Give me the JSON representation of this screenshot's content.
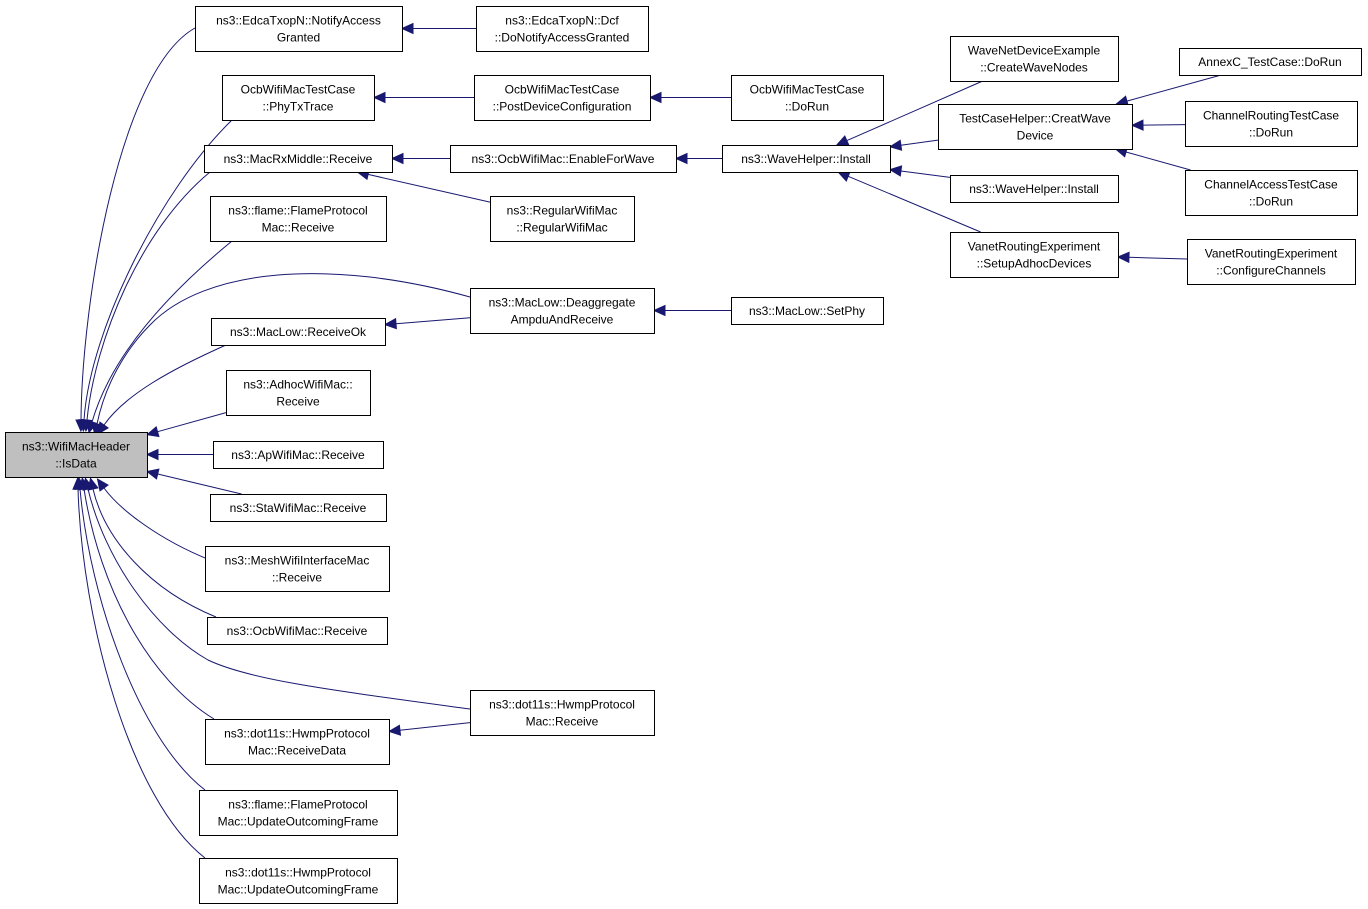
{
  "colors": {
    "edge": "#191970",
    "node_border": "#000000",
    "node_fill": "#ffffff",
    "root_fill": "#bfbfbf",
    "background": "#ffffff"
  },
  "nodes": [
    {
      "id": "isdata",
      "lines": [
        "ns3::WifiMacHeader",
        "::IsData"
      ],
      "root": true
    },
    {
      "id": "edca_notify",
      "lines": [
        "ns3::EdcaTxopN::NotifyAccess",
        "Granted"
      ]
    },
    {
      "id": "edca_dcf",
      "lines": [
        "ns3::EdcaTxopN::Dcf",
        "::DoNotifyAccessGranted"
      ]
    },
    {
      "id": "ocb_phytx",
      "lines": [
        "OcbWifiMacTestCase",
        "::PhyTxTrace"
      ]
    },
    {
      "id": "ocb_postdev",
      "lines": [
        "OcbWifiMacTestCase",
        "::PostDeviceConfiguration"
      ]
    },
    {
      "id": "ocb_dorun",
      "lines": [
        "OcbWifiMacTestCase",
        "::DoRun"
      ]
    },
    {
      "id": "macrx",
      "lines": [
        "ns3::MacRxMiddle::Receive"
      ]
    },
    {
      "id": "ocb_enable",
      "lines": [
        "ns3::OcbWifiMac::EnableForWave"
      ]
    },
    {
      "id": "wave_install1",
      "lines": [
        "ns3::WaveHelper::Install"
      ]
    },
    {
      "id": "wavenet_create",
      "lines": [
        "WaveNetDeviceExample",
        "::CreateWaveNodes"
      ]
    },
    {
      "id": "testcase_creat",
      "lines": [
        "TestCaseHelper::CreatWave",
        "Device"
      ]
    },
    {
      "id": "annexc",
      "lines": [
        "AnnexC_TestCase::DoRun"
      ]
    },
    {
      "id": "chrouting",
      "lines": [
        "ChannelRoutingTestCase",
        "::DoRun"
      ]
    },
    {
      "id": "chaccess",
      "lines": [
        "ChannelAccessTestCase",
        "::DoRun"
      ]
    },
    {
      "id": "wave_install2",
      "lines": [
        "ns3::WaveHelper::Install"
      ]
    },
    {
      "id": "vanet_setup",
      "lines": [
        "VanetRoutingExperiment",
        "::SetupAdhocDevices"
      ]
    },
    {
      "id": "vanet_config",
      "lines": [
        "VanetRoutingExperiment",
        "::ConfigureChannels"
      ]
    },
    {
      "id": "regular",
      "lines": [
        "ns3::RegularWifiMac",
        "::RegularWifiMac"
      ]
    },
    {
      "id": "flame_receive",
      "lines": [
        "ns3::flame::FlameProtocol",
        "Mac::Receive"
      ]
    },
    {
      "id": "maclow_deagg",
      "lines": [
        "ns3::MacLow::Deaggregate",
        "AmpduAndReceive"
      ]
    },
    {
      "id": "maclow_setphy",
      "lines": [
        "ns3::MacLow::SetPhy"
      ]
    },
    {
      "id": "maclow_recvok",
      "lines": [
        "ns3::MacLow::ReceiveOk"
      ]
    },
    {
      "id": "adhoc",
      "lines": [
        "ns3::AdhocWifiMac::",
        "Receive"
      ]
    },
    {
      "id": "ap",
      "lines": [
        "ns3::ApWifiMac::Receive"
      ]
    },
    {
      "id": "sta",
      "lines": [
        "ns3::StaWifiMac::Receive"
      ]
    },
    {
      "id": "mesh",
      "lines": [
        "ns3::MeshWifiInterfaceMac",
        "::Receive"
      ]
    },
    {
      "id": "ocb_receive",
      "lines": [
        "ns3::OcbWifiMac::Receive"
      ]
    },
    {
      "id": "hwmp_receive",
      "lines": [
        "ns3::dot11s::HwmpProtocol",
        "Mac::Receive"
      ]
    },
    {
      "id": "hwmp_recvdata",
      "lines": [
        "ns3::dot11s::HwmpProtocol",
        "Mac::ReceiveData"
      ]
    },
    {
      "id": "flame_update",
      "lines": [
        "ns3::flame::FlameProtocol",
        "Mac::UpdateOutcomingFrame"
      ]
    },
    {
      "id": "hwmp_update",
      "lines": [
        "ns3::dot11s::HwmpProtocol",
        "Mac::UpdateOutcomingFrame"
      ]
    }
  ],
  "edges": [
    {
      "from": "edca_notify",
      "to": "isdata"
    },
    {
      "from": "ocb_phytx",
      "to": "isdata"
    },
    {
      "from": "macrx",
      "to": "isdata"
    },
    {
      "from": "flame_receive",
      "to": "isdata"
    },
    {
      "from": "maclow_deagg",
      "to": "isdata"
    },
    {
      "from": "maclow_recvok",
      "to": "isdata"
    },
    {
      "from": "adhoc",
      "to": "isdata"
    },
    {
      "from": "ap",
      "to": "isdata"
    },
    {
      "from": "sta",
      "to": "isdata"
    },
    {
      "from": "mesh",
      "to": "isdata"
    },
    {
      "from": "ocb_receive",
      "to": "isdata"
    },
    {
      "from": "hwmp_receive",
      "to": "isdata"
    },
    {
      "from": "hwmp_recvdata",
      "to": "isdata"
    },
    {
      "from": "flame_update",
      "to": "isdata"
    },
    {
      "from": "hwmp_update",
      "to": "isdata"
    },
    {
      "from": "edca_dcf",
      "to": "edca_notify"
    },
    {
      "from": "ocb_postdev",
      "to": "ocb_phytx"
    },
    {
      "from": "ocb_dorun",
      "to": "ocb_postdev"
    },
    {
      "from": "ocb_enable",
      "to": "macrx"
    },
    {
      "from": "regular",
      "to": "macrx"
    },
    {
      "from": "wave_install1",
      "to": "ocb_enable"
    },
    {
      "from": "wavenet_create",
      "to": "wave_install1"
    },
    {
      "from": "testcase_creat",
      "to": "wave_install1"
    },
    {
      "from": "wave_install2",
      "to": "wave_install1"
    },
    {
      "from": "vanet_setup",
      "to": "wave_install1"
    },
    {
      "from": "annexc",
      "to": "testcase_creat"
    },
    {
      "from": "chrouting",
      "to": "testcase_creat"
    },
    {
      "from": "chaccess",
      "to": "testcase_creat"
    },
    {
      "from": "vanet_config",
      "to": "vanet_setup"
    },
    {
      "from": "maclow_setphy",
      "to": "maclow_deagg"
    },
    {
      "from": "maclow_deagg",
      "to": "maclow_recvok"
    },
    {
      "from": "hwmp_receive",
      "to": "hwmp_recvdata"
    }
  ]
}
